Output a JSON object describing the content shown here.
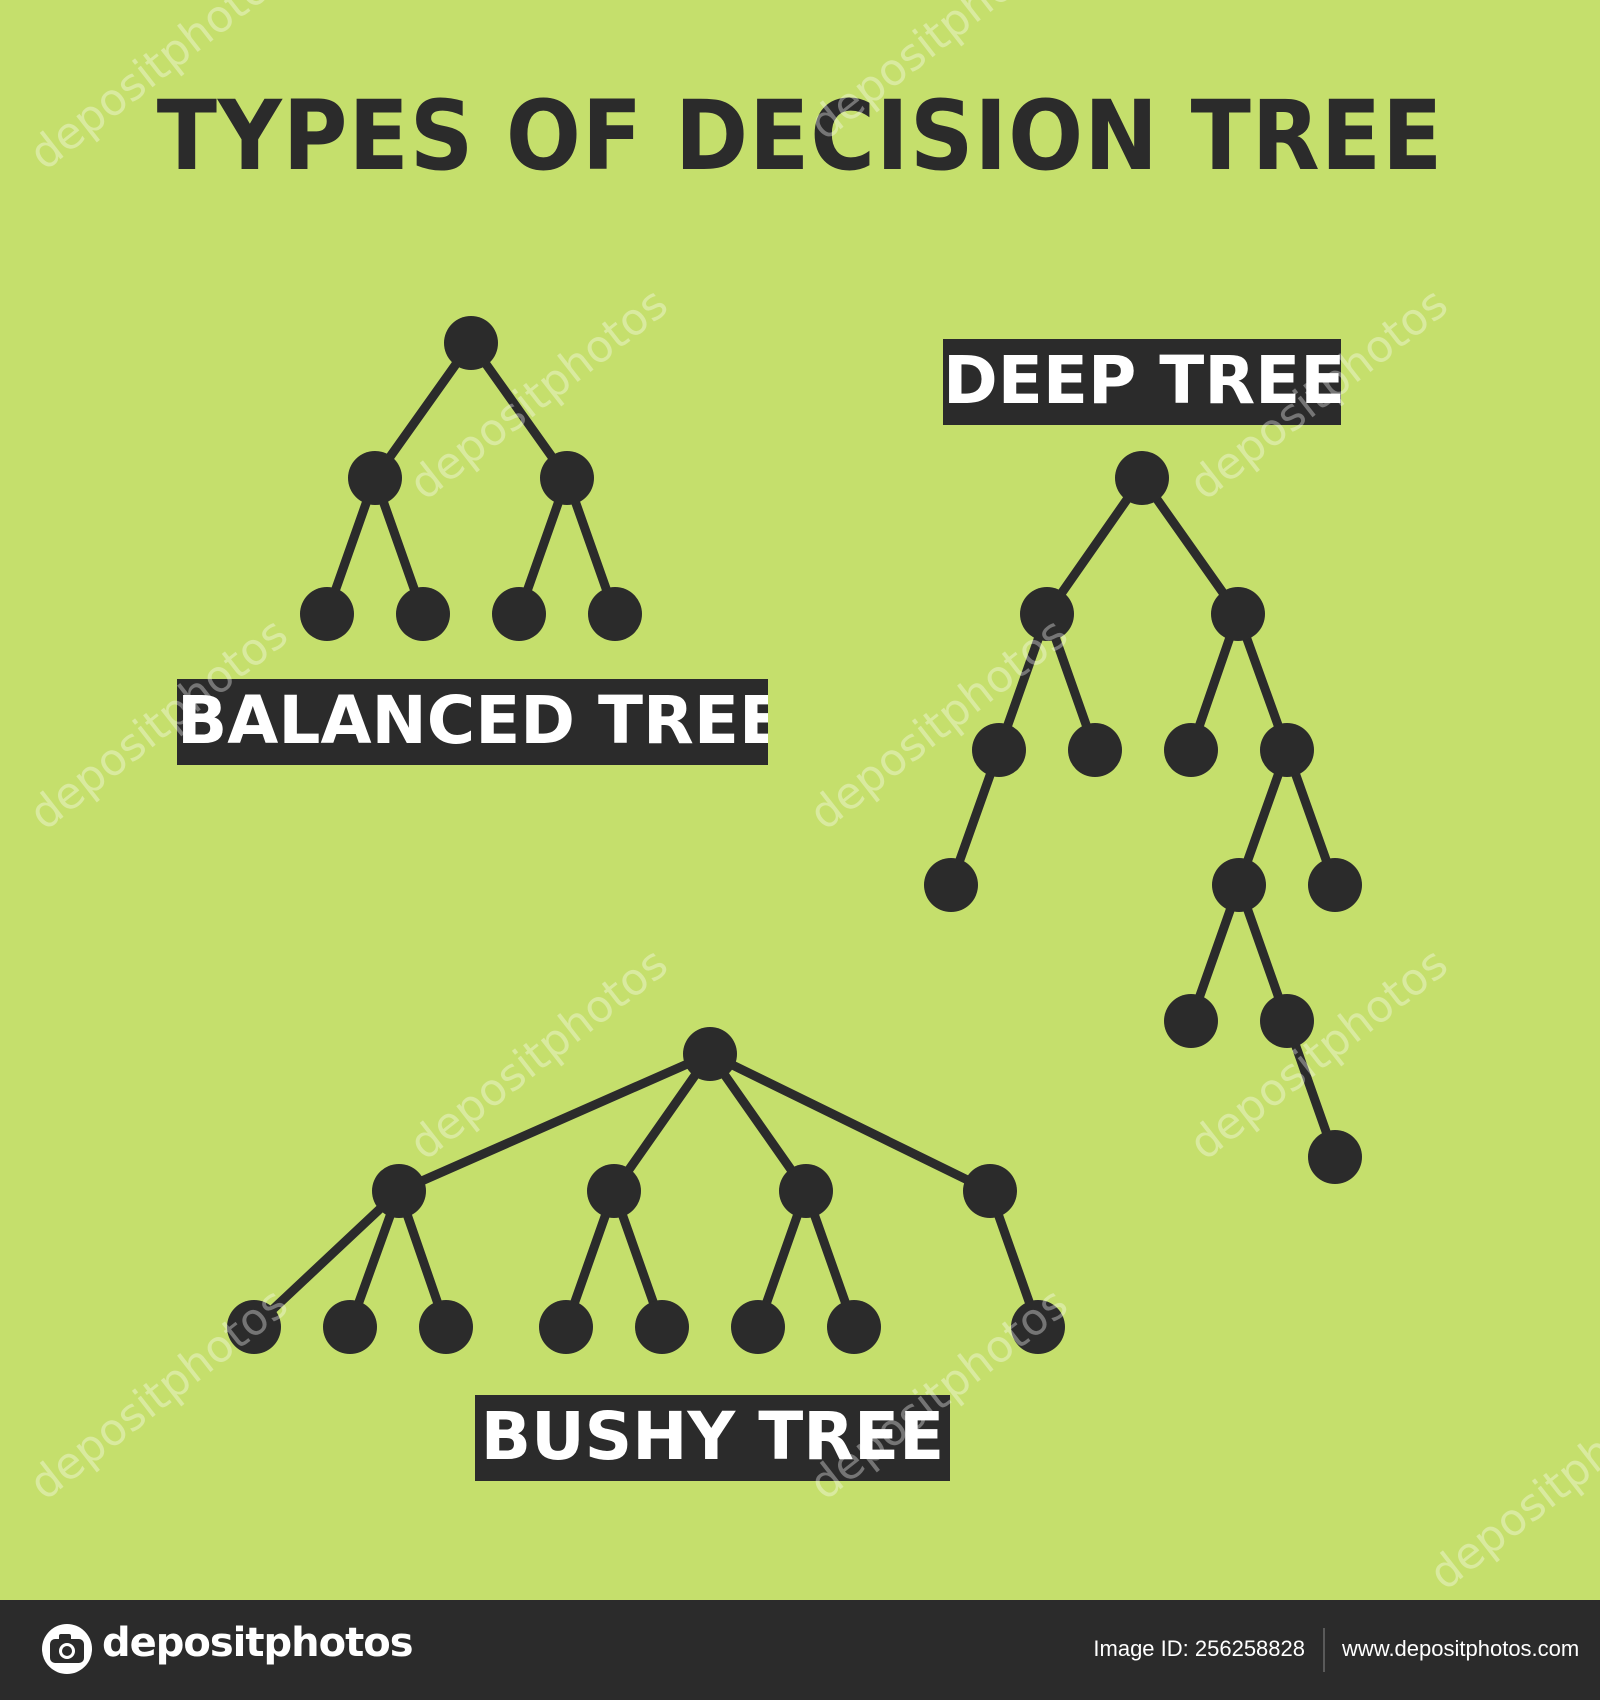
{
  "title": "TYPES OF DECISION TREE",
  "labels": {
    "balanced": "BALANCED TREE",
    "deep": "DEEP TREE",
    "bushy": "BUSHY TREE"
  },
  "watermark_text": "depositphotos",
  "footer": {
    "brand": "depositphotos",
    "image_id": "Image ID: 256258828",
    "site": "www.depositphotos.com"
  },
  "colors": {
    "background": "#c5df6c",
    "ink": "#2b2b2b",
    "label_text": "#ffffff"
  },
  "icons": [
    "camera-logo-icon"
  ]
}
